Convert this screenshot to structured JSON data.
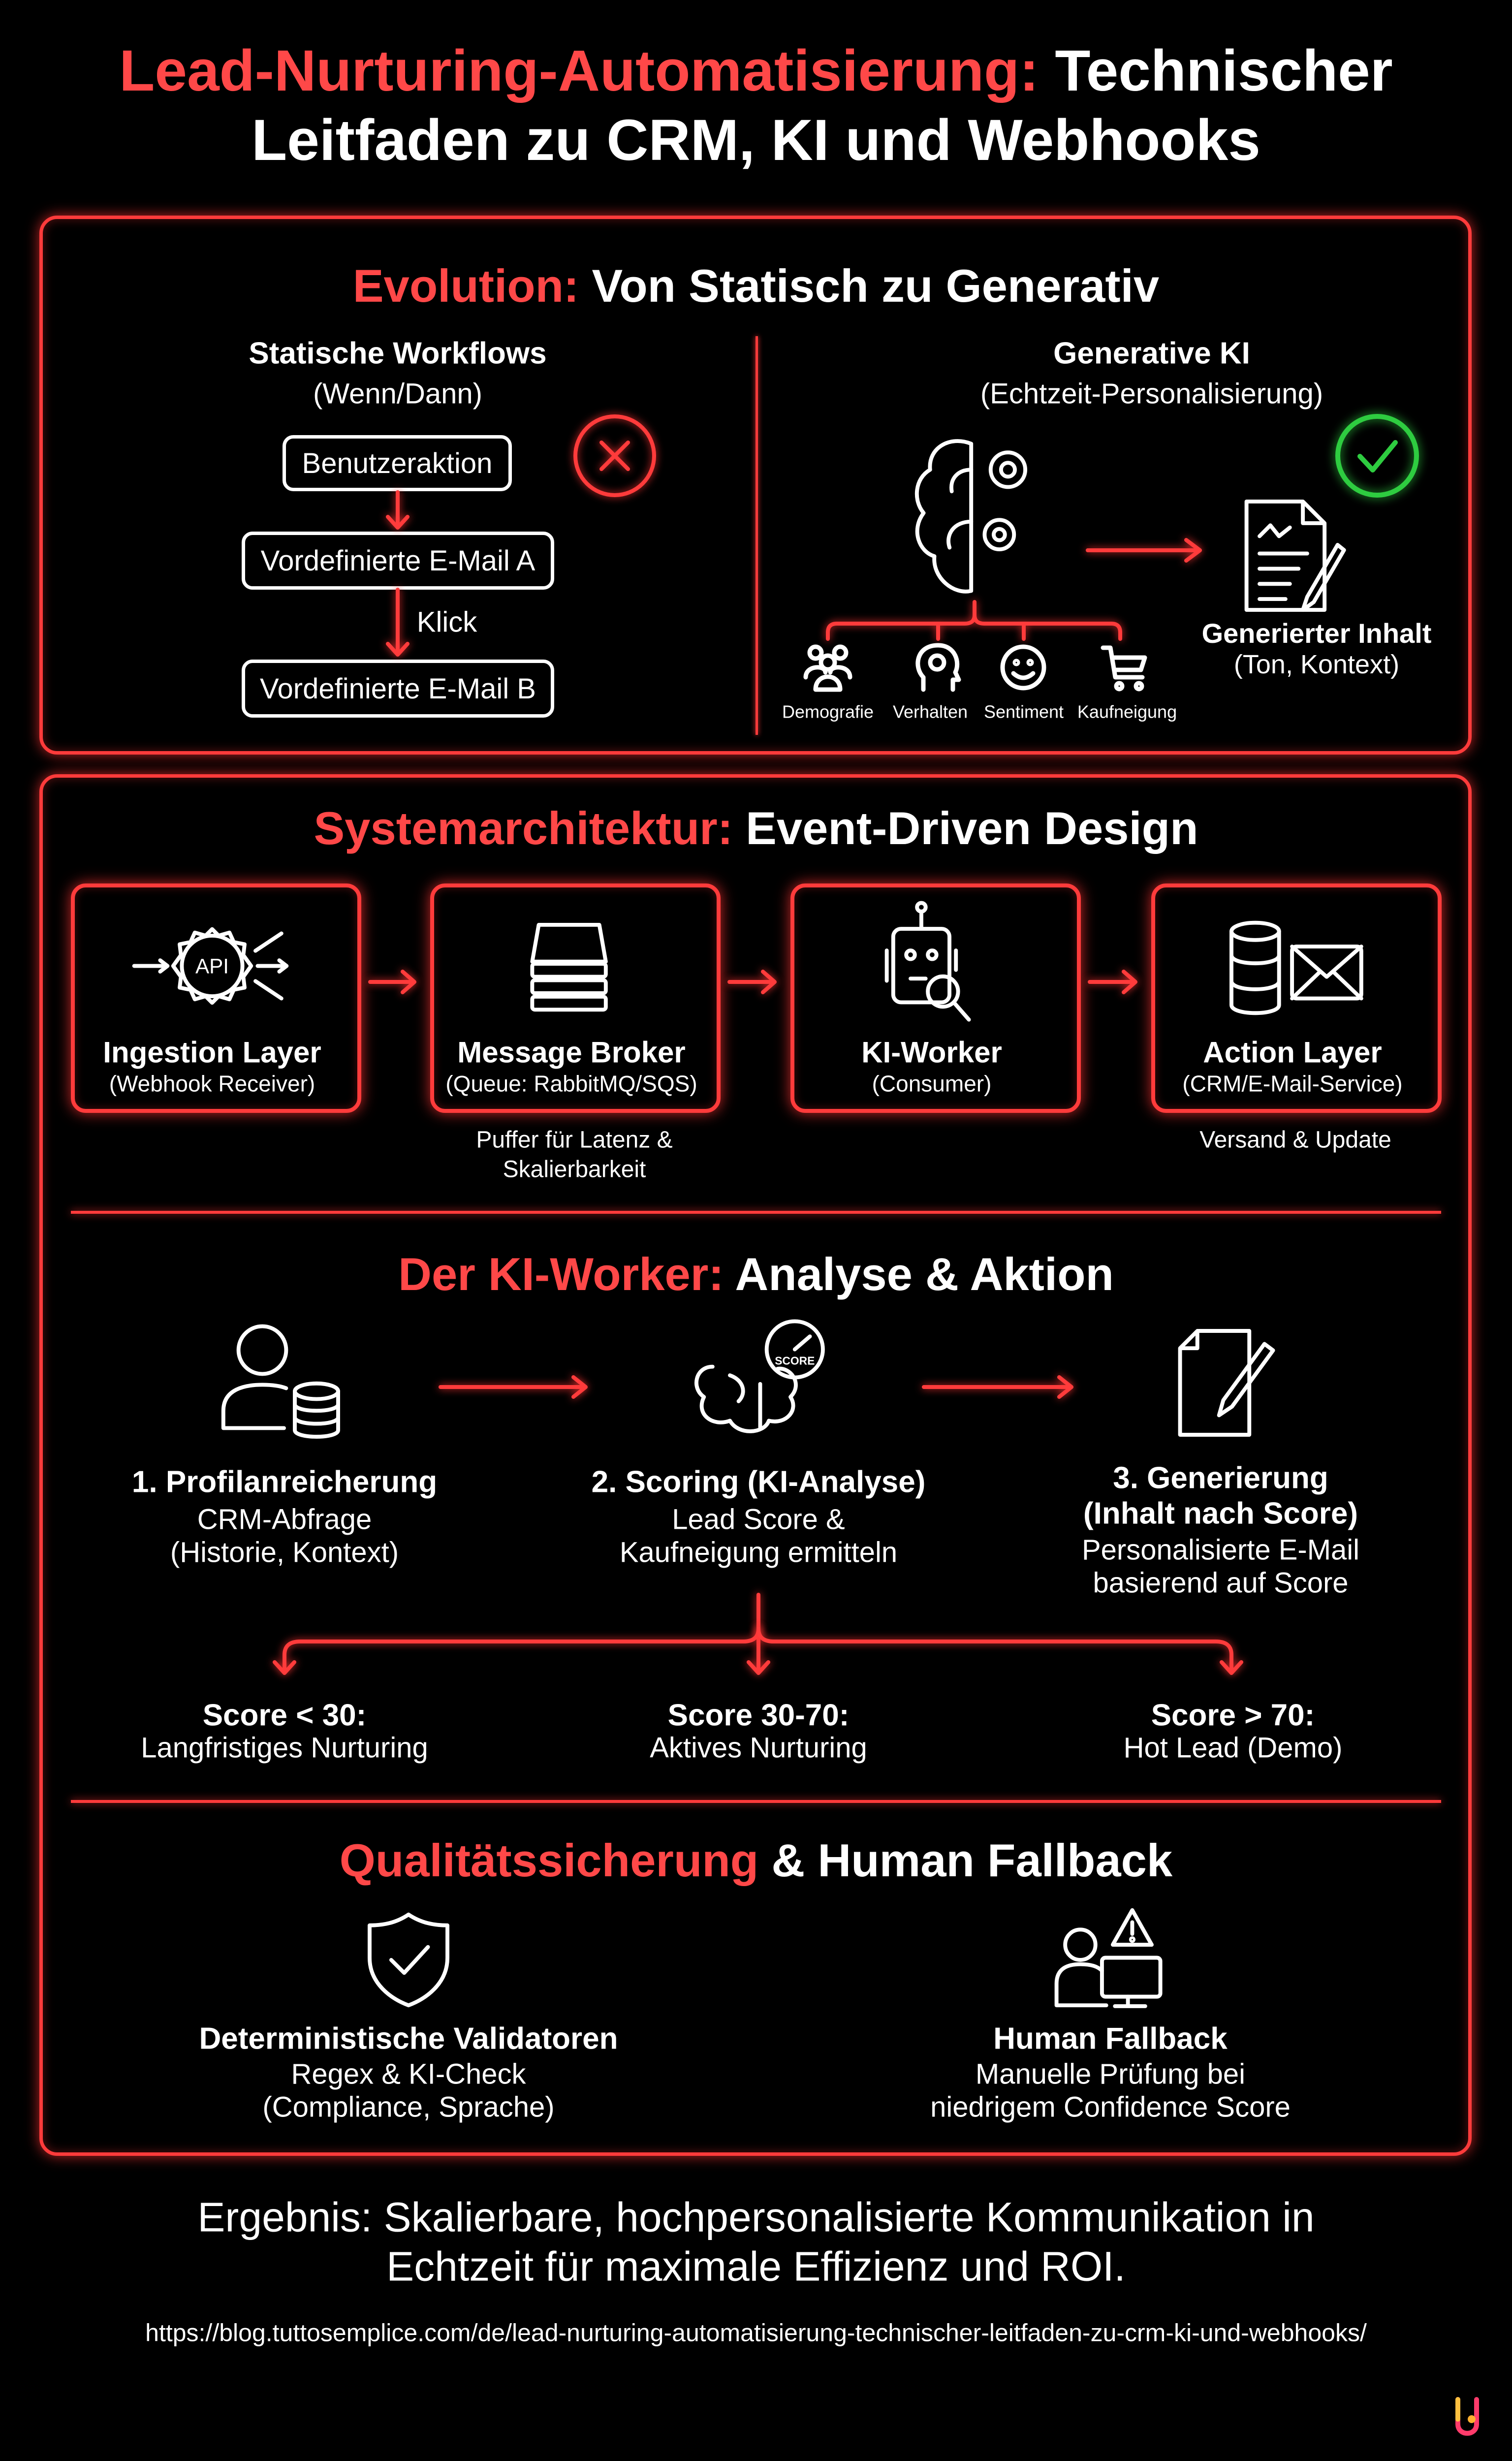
{
  "title": {
    "accent": "Lead-Nurturing-Automatisierung:",
    "rest_line1": "Technischer",
    "line2": "Leitfaden zu CRM, KI und Webhooks"
  },
  "evolution": {
    "heading_accent": "Evolution:",
    "heading_rest": "Von Statisch zu Generativ",
    "static": {
      "title": "Statische Workflows",
      "subtitle": "(Wenn/Dann)",
      "steps": [
        "Benutzeraktion",
        "Vordefinierte E-Mail A",
        "Vordefinierte E-Mail B"
      ],
      "trigger_label": "Klick",
      "status_icon": "x-circle-icon"
    },
    "generative": {
      "title": "Generative KI",
      "subtitle": "(Echtzeit-Personalisierung)",
      "inputs": [
        "Demografie",
        "Verhalten",
        "Sentiment",
        "Kaufneigung"
      ],
      "output_title": "Generierter Inhalt",
      "output_subtitle": "(Ton, Kontext)",
      "status_icon": "check-circle-icon"
    }
  },
  "architecture": {
    "heading_accent": "Systemarchitektur:",
    "heading_rest": "Event-Driven Design",
    "layers": [
      {
        "title": "Ingestion Layer",
        "subtitle": "(Webhook Receiver)",
        "icon": "api-gear-icon",
        "note": ""
      },
      {
        "title": "Message Broker",
        "subtitle": "(Queue: RabbitMQ/SQS)",
        "icon": "queue-stack-icon",
        "note_line1": "Puffer für Latenz &",
        "note_line2": "Skalierbarkeit"
      },
      {
        "title": "KI-Worker",
        "subtitle": "(Consumer)",
        "icon": "robot-search-icon"
      },
      {
        "title": "Action Layer",
        "subtitle": "(CRM/E-Mail-Service)",
        "icon": "database-mail-icon",
        "note_line1": "Versand & Update"
      }
    ]
  },
  "worker": {
    "heading_accent": "Der KI-Worker:",
    "heading_rest": "Analyse & Aktion",
    "steps": [
      {
        "title": "1. Profilanreicherung",
        "lines": [
          "CRM-Abfrage",
          "(Historie, Kontext)"
        ]
      },
      {
        "title": "2. Scoring (KI-Analyse)",
        "lines": [
          "Lead Score &",
          "Kaufneigung ermitteln"
        ],
        "badge": "SCORE"
      },
      {
        "title_line1": "3. Generierung",
        "title_line2": "(Inhalt nach Score)",
        "lines": [
          "Personalisierte E-Mail",
          "basierend auf Score"
        ]
      }
    ],
    "scores": [
      {
        "label": "Score < 30:",
        "action": "Langfristiges Nurturing"
      },
      {
        "label": "Score 30-70:",
        "action": "Aktives Nurturing"
      },
      {
        "label": "Score > 70:",
        "action": "Hot Lead (Demo)"
      }
    ]
  },
  "quality": {
    "heading_accent": "Qualitätssicherung",
    "heading_rest": "& Human Fallback",
    "items": [
      {
        "title": "Deterministische Validatoren",
        "lines": [
          "Regex & KI-Check",
          "(Compliance, Sprache)"
        ]
      },
      {
        "title": "Human Fallback",
        "lines": [
          "Manuelle Prüfung bei",
          "niedrigem Confidence Score"
        ]
      }
    ]
  },
  "result": {
    "line1": "Ergebnis: Skalierbare, hochpersonalisierte Kommunikation in",
    "line2": "Echtzeit für maximale Effizienz und ROI."
  },
  "url": "https://blog.tuttosemplice.com/de/lead-nurturing-automatisierung-technischer-leitfaden-zu-crm-ki-und-webhooks/",
  "colors": {
    "accent": "#ff3b3b",
    "success": "#2ecc40",
    "background": "#000000",
    "text": "#ffffff"
  }
}
